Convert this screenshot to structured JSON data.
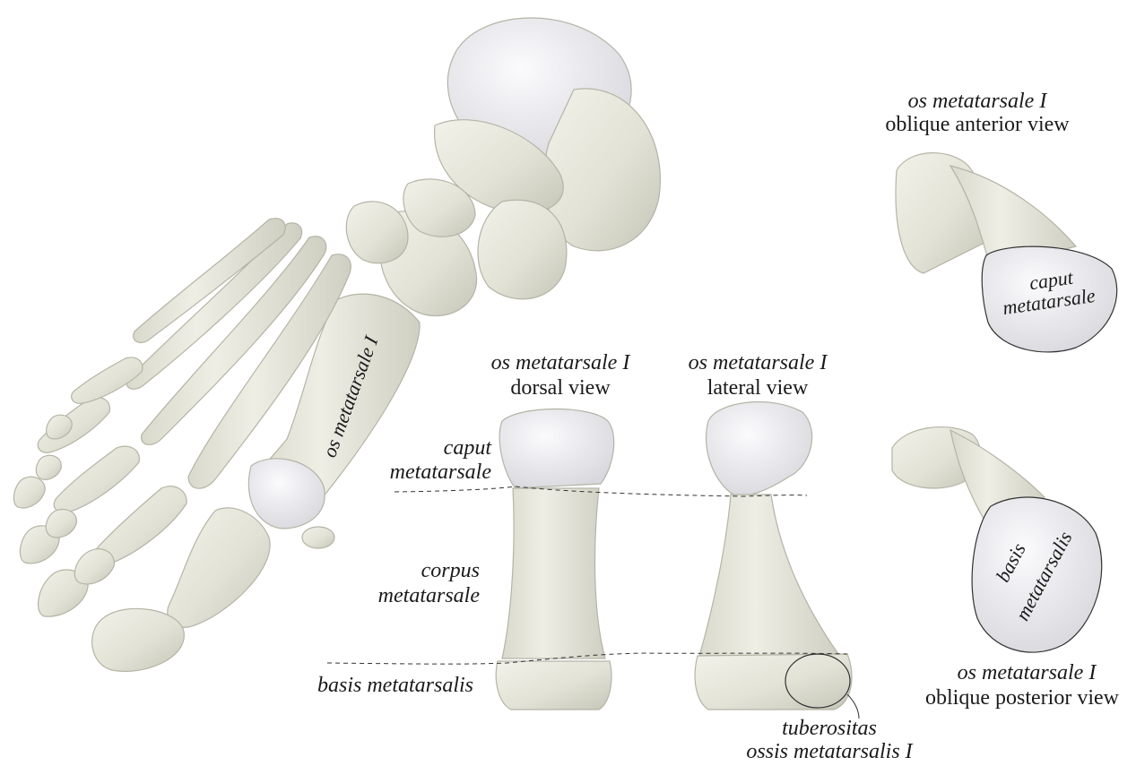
{
  "views": {
    "oblique_anterior": {
      "name": "os metatarsale I",
      "view": "oblique anterior view"
    },
    "dorsal": {
      "name": "os metatarsale I",
      "view": "dorsal view"
    },
    "lateral": {
      "name": "os metatarsale I",
      "view": "lateral view"
    },
    "oblique_posterior": {
      "name": "os metatarsale I",
      "view": "oblique posterior view"
    }
  },
  "parts": {
    "caput": {
      "line1": "caput",
      "line2": "metatarsale"
    },
    "corpus": {
      "line1": "corpus",
      "line2": "metatarsale"
    },
    "basis": "basis metatarsalis",
    "tuberositas": {
      "line1": "tuberositas",
      "line2": "ossis metatarsalis I"
    }
  },
  "foot_label": "os metatarsale I",
  "inset_labels": {
    "caput": {
      "line1": "caput",
      "line2": "metatarsale"
    },
    "basis": {
      "line1": "basis",
      "line2": "metatarsalis"
    }
  },
  "colors": {
    "bone": "#e6e6dc",
    "bone_shadow": "#bfbfb3",
    "cartilage": "#f4f4f6",
    "text": "#1a1a1a"
  }
}
